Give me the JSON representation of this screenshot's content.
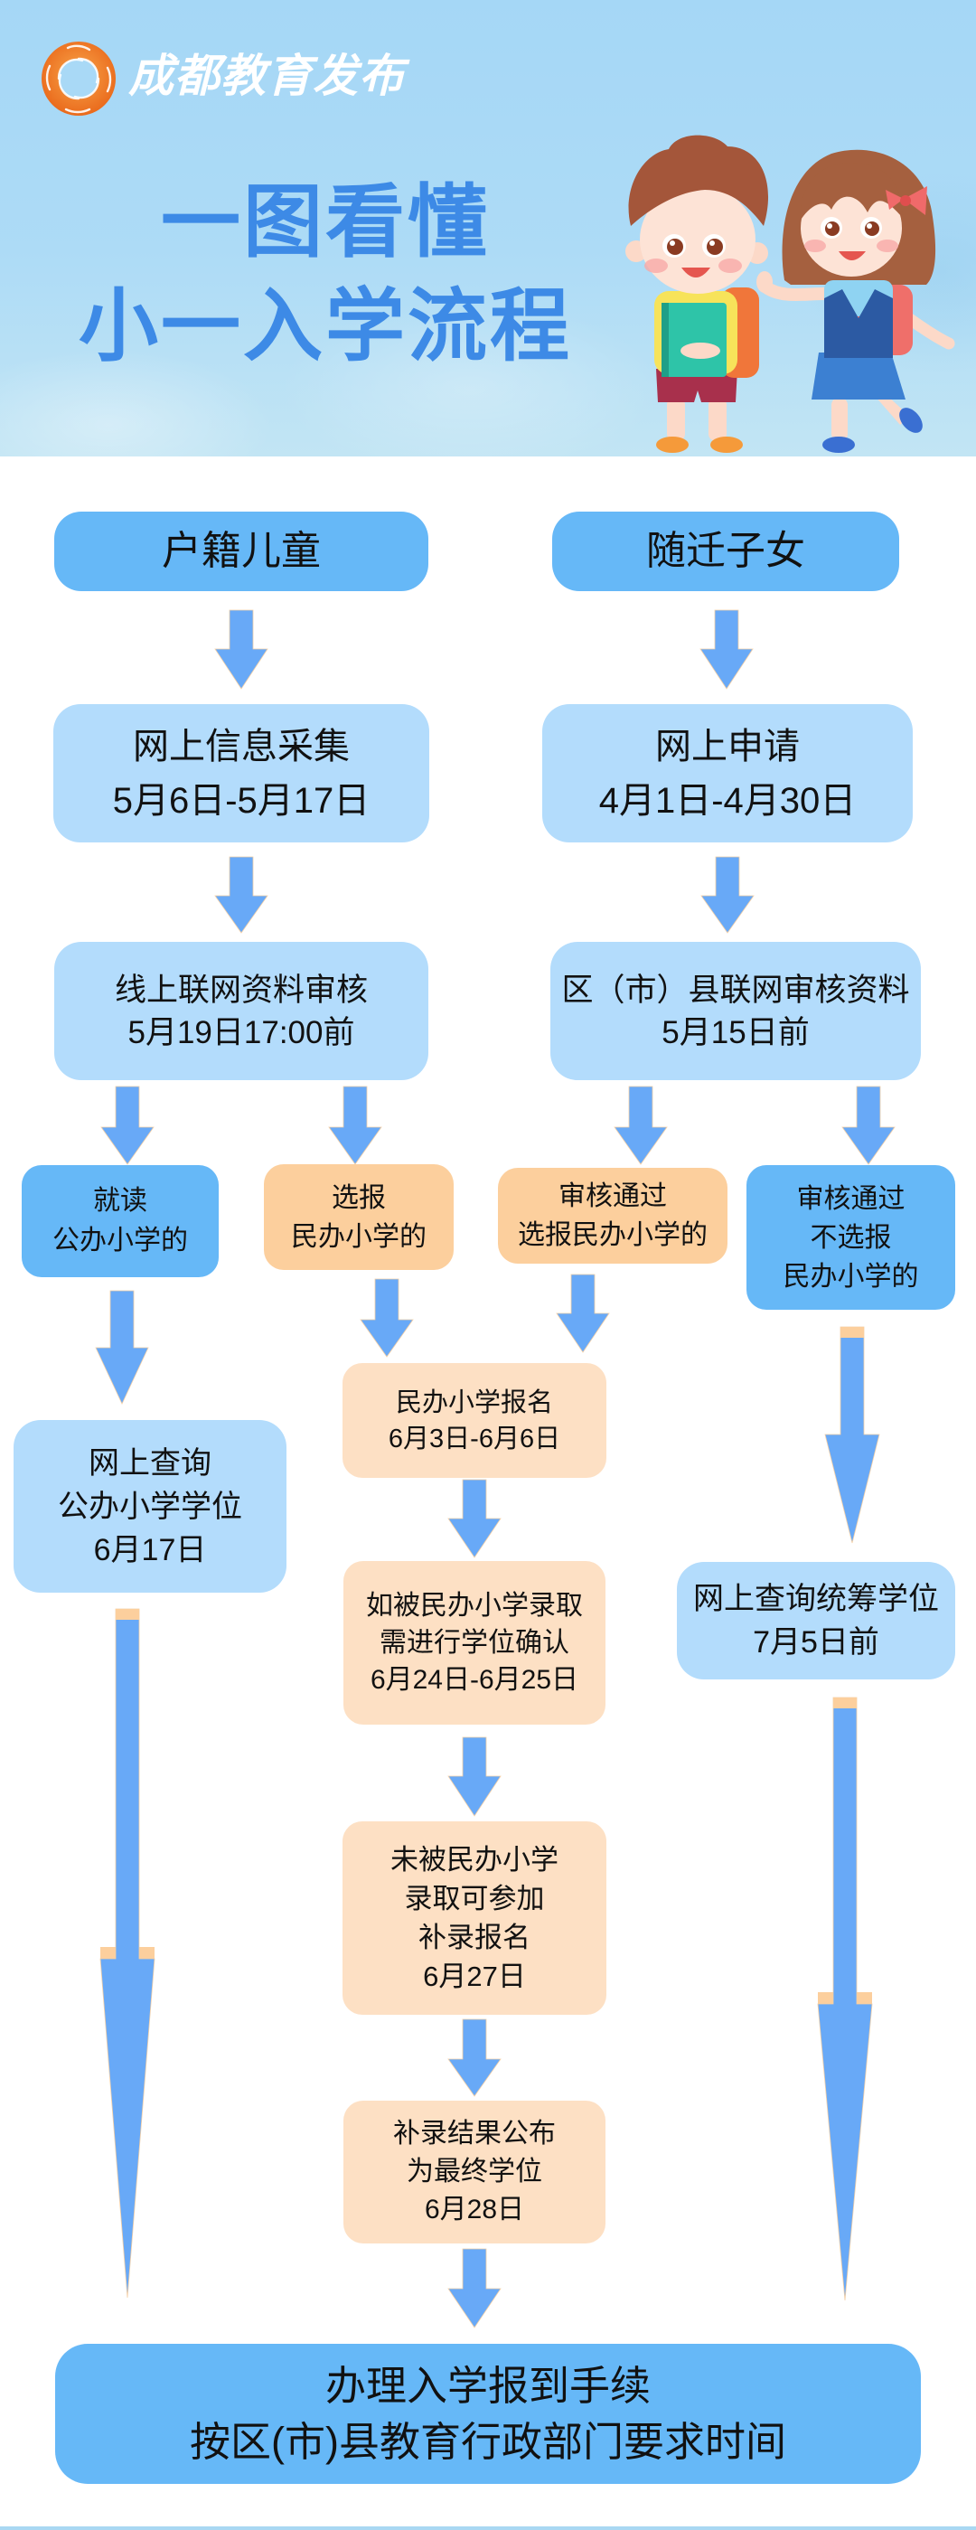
{
  "header": {
    "brand": "成都教育发布",
    "title_line1": "一图看懂",
    "title_line2": "小一入学流程",
    "logo_icon": "chengdu-education-logo",
    "illustration": "two-students-with-backpacks"
  },
  "colors": {
    "primary_blue": "#66b8f7",
    "light_blue": "#b3dcfc",
    "orange": "#fccf9d",
    "light_orange": "#fde0c4",
    "arrow_blue": "#68a9f7",
    "title_blue": "#3d8ae6"
  },
  "flow": {
    "hukou_children": {
      "lines": [
        "户籍儿童"
      ]
    },
    "migrant_children": {
      "lines": [
        "随迁子女"
      ]
    },
    "online_info_collection": {
      "lines": [
        "网上信息采集",
        "5月6日-5月17日"
      ]
    },
    "online_application": {
      "lines": [
        "网上申请",
        "4月1日-4月30日"
      ]
    },
    "online_document_review": {
      "lines": [
        "线上联网资料审核",
        "5月19日17:00前"
      ]
    },
    "district_document_review": {
      "lines": [
        "区（市）县联网审核资料",
        "5月15日前"
      ]
    },
    "attend_public_school": {
      "lines": [
        "就读",
        "公办小学的"
      ]
    },
    "choose_private_school": {
      "lines": [
        "选报",
        "民办小学的"
      ]
    },
    "approved_choose_private": {
      "lines": [
        "审核通过",
        "选报民办小学的"
      ]
    },
    "approved_no_private": {
      "lines": [
        "审核通过",
        "不选报",
        "民办小学的"
      ]
    },
    "private_school_registration": {
      "lines": [
        "民办小学报名",
        "6月3日-6月6日"
      ]
    },
    "query_public_placement": {
      "lines": [
        "网上查询",
        "公办小学学位",
        "6月17日"
      ]
    },
    "placement_confirmation": {
      "lines": [
        "如被民办小学录取",
        "需进行学位确认",
        "6月24日-6月25日"
      ]
    },
    "query_coordinated_placement": {
      "lines": [
        "网上查询统筹学位",
        "7月5日前"
      ]
    },
    "supplementary_registration": {
      "lines": [
        "未被民办小学",
        "录取可参加",
        "补录报名",
        "6月27日"
      ]
    },
    "supplementary_results": {
      "lines": [
        "补录结果公布",
        "为最终学位",
        "6月28日"
      ]
    },
    "enrollment_procedures": {
      "lines": [
        "办理入学报到手续",
        "按区(市)县教育行政部门要求时间"
      ]
    }
  }
}
